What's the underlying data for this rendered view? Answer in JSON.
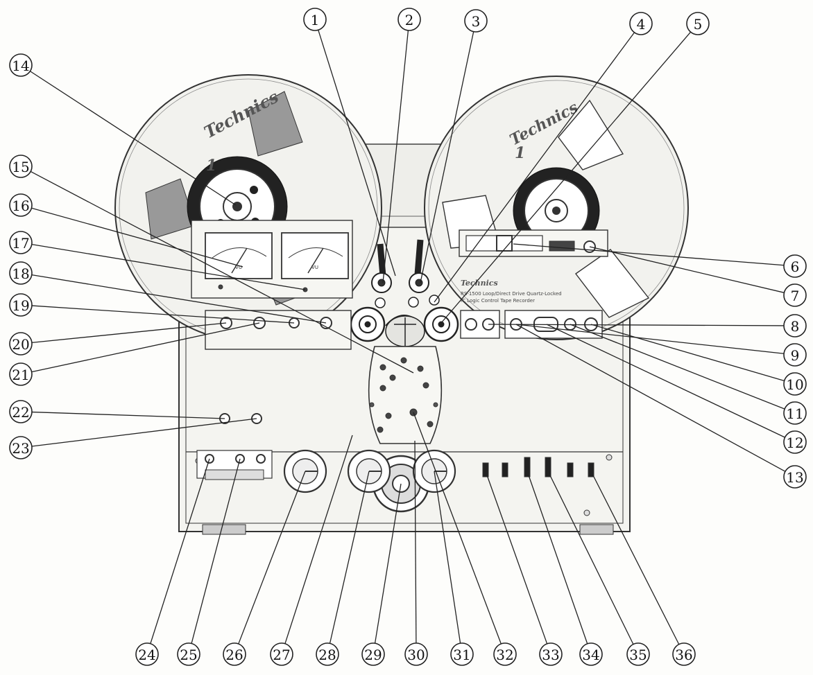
{
  "reel_branding": {
    "brand": "Technics",
    "model": "1"
  },
  "meter_labels": [
    "VU",
    "VU"
  ],
  "faceplate": {
    "brand": "Technics",
    "line1": "RS-1500 Loop/Direct Drive Quartz-Locked",
    "line2": "IC Logic Control Tape Recorder"
  },
  "callouts": [
    {
      "id": "1",
      "label": "1"
    },
    {
      "id": "2",
      "label": "2"
    },
    {
      "id": "3",
      "label": "3"
    },
    {
      "id": "4",
      "label": "4"
    },
    {
      "id": "5",
      "label": "5"
    },
    {
      "id": "6",
      "label": "6"
    },
    {
      "id": "7",
      "label": "7"
    },
    {
      "id": "8",
      "label": "8"
    },
    {
      "id": "9",
      "label": "9"
    },
    {
      "id": "10",
      "label": "10"
    },
    {
      "id": "11",
      "label": "11"
    },
    {
      "id": "12",
      "label": "12"
    },
    {
      "id": "13",
      "label": "13"
    },
    {
      "id": "14",
      "label": "14"
    },
    {
      "id": "15",
      "label": "15"
    },
    {
      "id": "16",
      "label": "16"
    },
    {
      "id": "17",
      "label": "17"
    },
    {
      "id": "18",
      "label": "18"
    },
    {
      "id": "19",
      "label": "19"
    },
    {
      "id": "20",
      "label": "20"
    },
    {
      "id": "21",
      "label": "21"
    },
    {
      "id": "22",
      "label": "22"
    },
    {
      "id": "23",
      "label": "23"
    },
    {
      "id": "24",
      "label": "24"
    },
    {
      "id": "25",
      "label": "25"
    },
    {
      "id": "26",
      "label": "26"
    },
    {
      "id": "27",
      "label": "27"
    },
    {
      "id": "28",
      "label": "28"
    },
    {
      "id": "29",
      "label": "29"
    },
    {
      "id": "30",
      "label": "30"
    },
    {
      "id": "31",
      "label": "31"
    },
    {
      "id": "32",
      "label": "32"
    },
    {
      "id": "33",
      "label": "33"
    },
    {
      "id": "34",
      "label": "34"
    },
    {
      "id": "35",
      "label": "35"
    },
    {
      "id": "36",
      "label": "36"
    }
  ]
}
